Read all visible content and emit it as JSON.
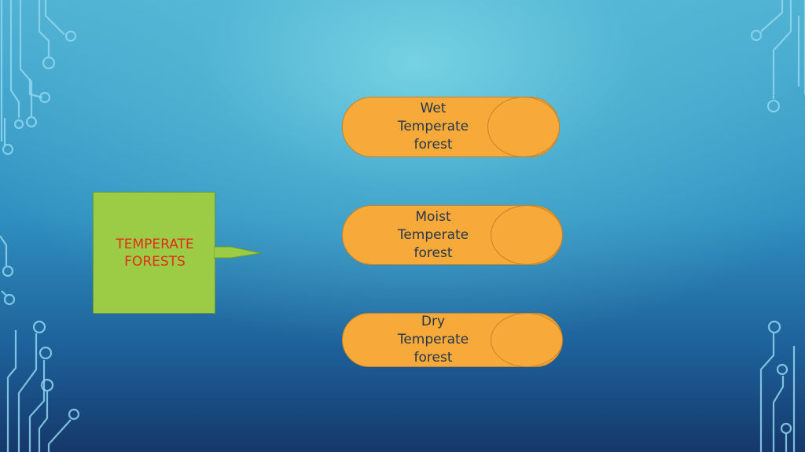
{
  "diagram": {
    "main_topic": "TEMPERATE\nFORESTS",
    "categories": [
      {
        "label": "Wet\nTemperate\nforest"
      },
      {
        "label": "Moist\nTemperate\nforest"
      },
      {
        "label": "Dry\nTemperate\nforest"
      }
    ]
  },
  "colors": {
    "main_box_fill": "#9ccc45",
    "main_box_text": "#e12d1b",
    "pill_fill": "#f7a93a",
    "pill_text": "#27374d",
    "background_top": "#4fb0d3",
    "background_bottom": "#15386a",
    "circuit_lines": "#8fd6f0"
  },
  "icons": {
    "background_decoration": "circuit-lines-icon"
  }
}
